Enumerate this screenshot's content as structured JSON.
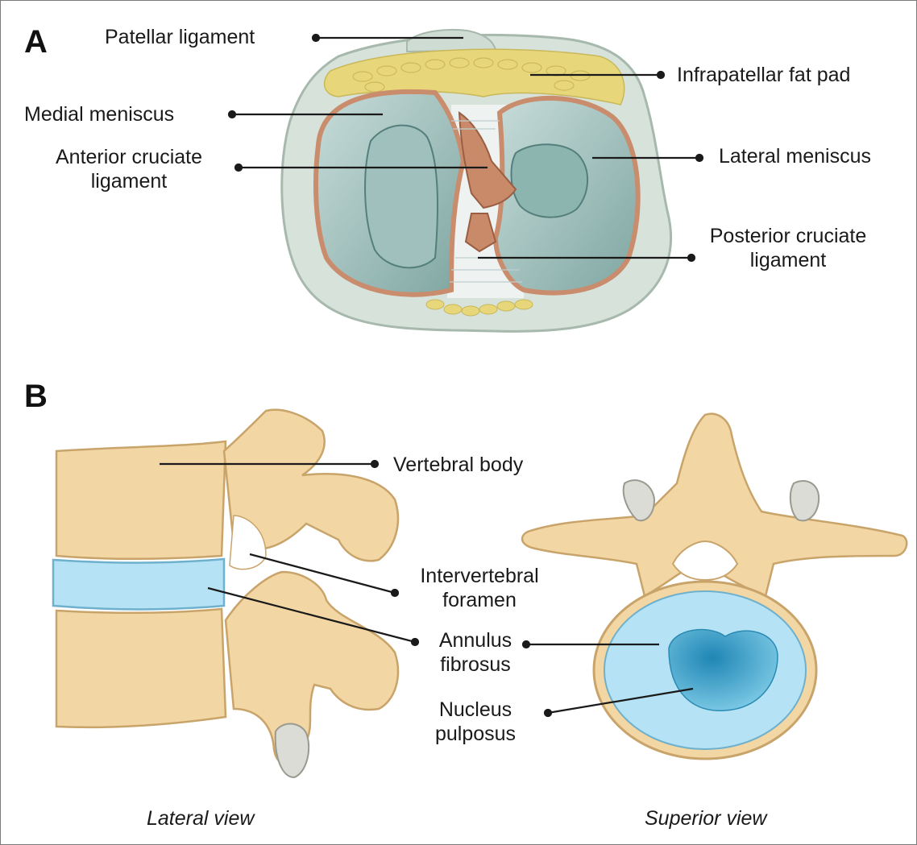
{
  "panels": {
    "a": {
      "letter": "A",
      "labels": {
        "patellar_ligament": "Patellar ligament",
        "infrapatellar_fat_pad": "Infrapatellar fat pad",
        "medial_meniscus": "Medial meniscus",
        "anterior_cruciate_line1": "Anterior cruciate",
        "anterior_cruciate_line2": "ligament",
        "lateral_meniscus": "Lateral meniscus",
        "posterior_cruciate_line1": "Posterior cruciate",
        "posterior_cruciate_line2": "ligament"
      }
    },
    "b": {
      "letter": "B",
      "labels": {
        "vertebral_body": "Vertebral body",
        "intervertebral_line1": "Intervertebral",
        "intervertebral_line2": "foramen",
        "annulus_line1": "Annulus",
        "annulus_line2": "fibrosus",
        "nucleus_line1": "Nucleus",
        "nucleus_line2": "pulposus"
      },
      "captions": {
        "lateral": "Lateral view",
        "superior": "Superior view"
      }
    }
  },
  "colors": {
    "bone": "#f2d6a4",
    "bone_outline": "#c9a46a",
    "disc": "#b5e3f5",
    "nucleus": "#3aa6cf",
    "meniscus": "#a9c8c4",
    "meniscus_rim": "#c98c6c",
    "fat_pad": "#e9d97a",
    "tibia": "#d9e3dc"
  }
}
